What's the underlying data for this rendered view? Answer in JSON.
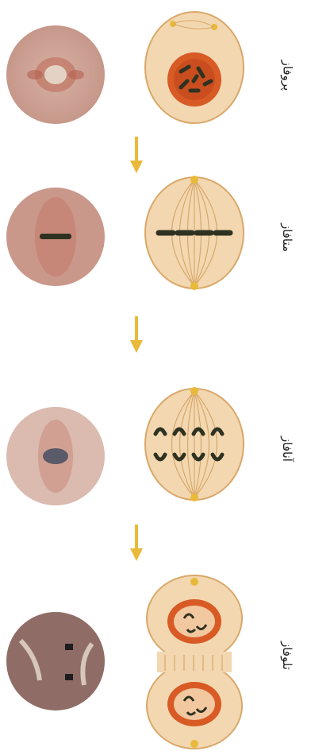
{
  "stages": [
    {
      "label": "پروفاز"
    },
    {
      "label": "متافاز"
    },
    {
      "label": "آنافاز"
    },
    {
      "label": "تلوفاز"
    }
  ],
  "colors": {
    "arrow": "#e9b93a",
    "cell_fill": "#f2d7b0",
    "nucleus": "#d85a25",
    "chromosome": "#2f3220",
    "micro_bg": "#d6a99b"
  }
}
